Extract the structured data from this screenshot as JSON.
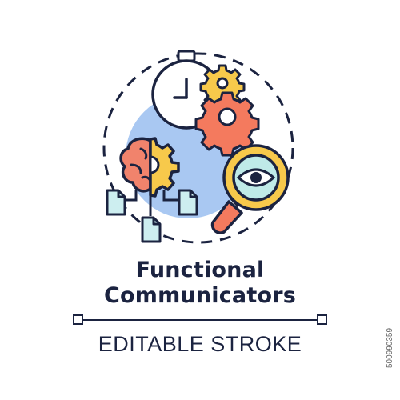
{
  "concept": {
    "title_line1": "Functional",
    "title_line2": "Communicators",
    "caption": "EDITABLE STROKE",
    "side_id": "500990359"
  },
  "colors": {
    "outline": "#1b2340",
    "blue_circle": "#a9c8f2",
    "gear_yellow": "#f7c94b",
    "gear_orange": "#f47a5e",
    "brain_pink": "#f1836c",
    "doc_teal": "#cdeef0",
    "lens_teal": "#bfeae8"
  },
  "icons": [
    "clock-icon",
    "gear-icon",
    "brain-icon",
    "magnifier-eye-icon",
    "document-icon"
  ]
}
